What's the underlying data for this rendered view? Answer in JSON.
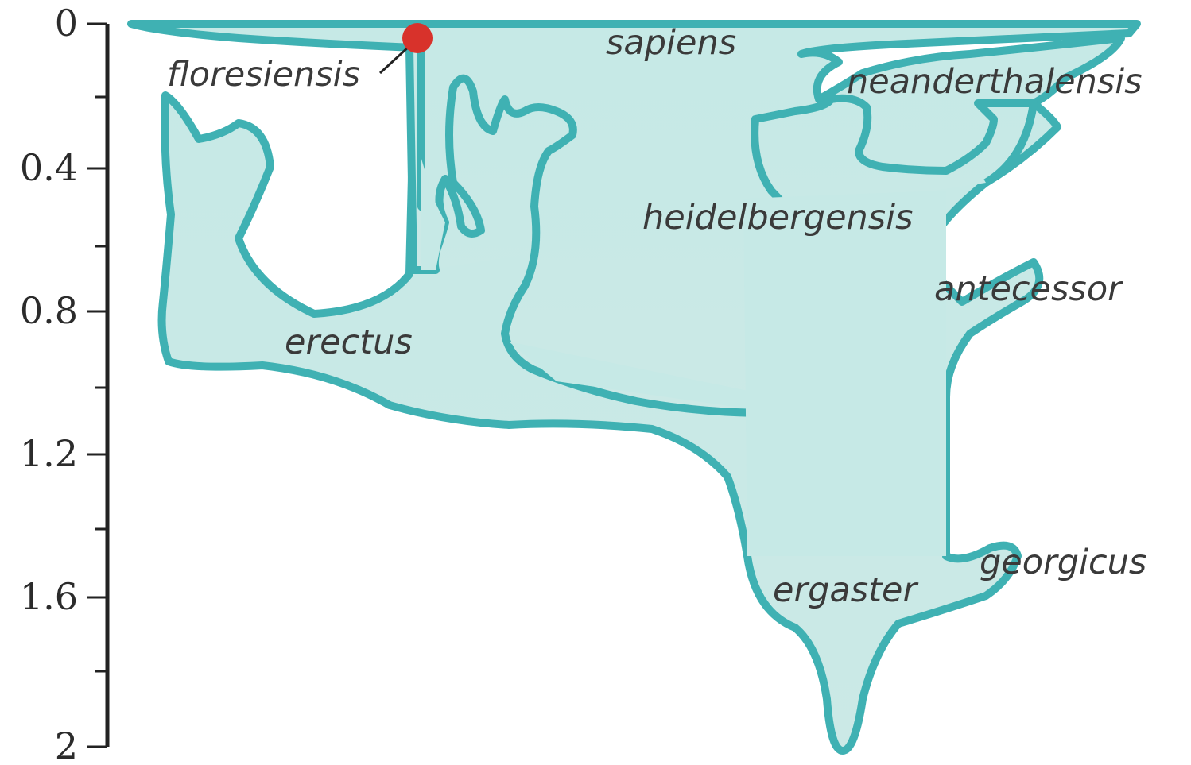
{
  "axis": {
    "ticks": [
      "0",
      "0.4",
      "0.8",
      "1.2",
      "1.6",
      "2"
    ]
  },
  "species": {
    "sapiens": "sapiens",
    "floresiensis": "floresiensis",
    "neanderthalensis": "neanderthalensis",
    "heidelbergensis": "heidelbergensis",
    "antecessor": "antecessor",
    "erectus": "erectus",
    "ergaster": "ergaster",
    "georgicus": "georgicus"
  },
  "colors": {
    "body_fill": "#bfe5e3",
    "body_edge": "#3fb1b3",
    "marker": "#d8322b",
    "text": "#3a3a3a",
    "axis": "#222222"
  }
}
